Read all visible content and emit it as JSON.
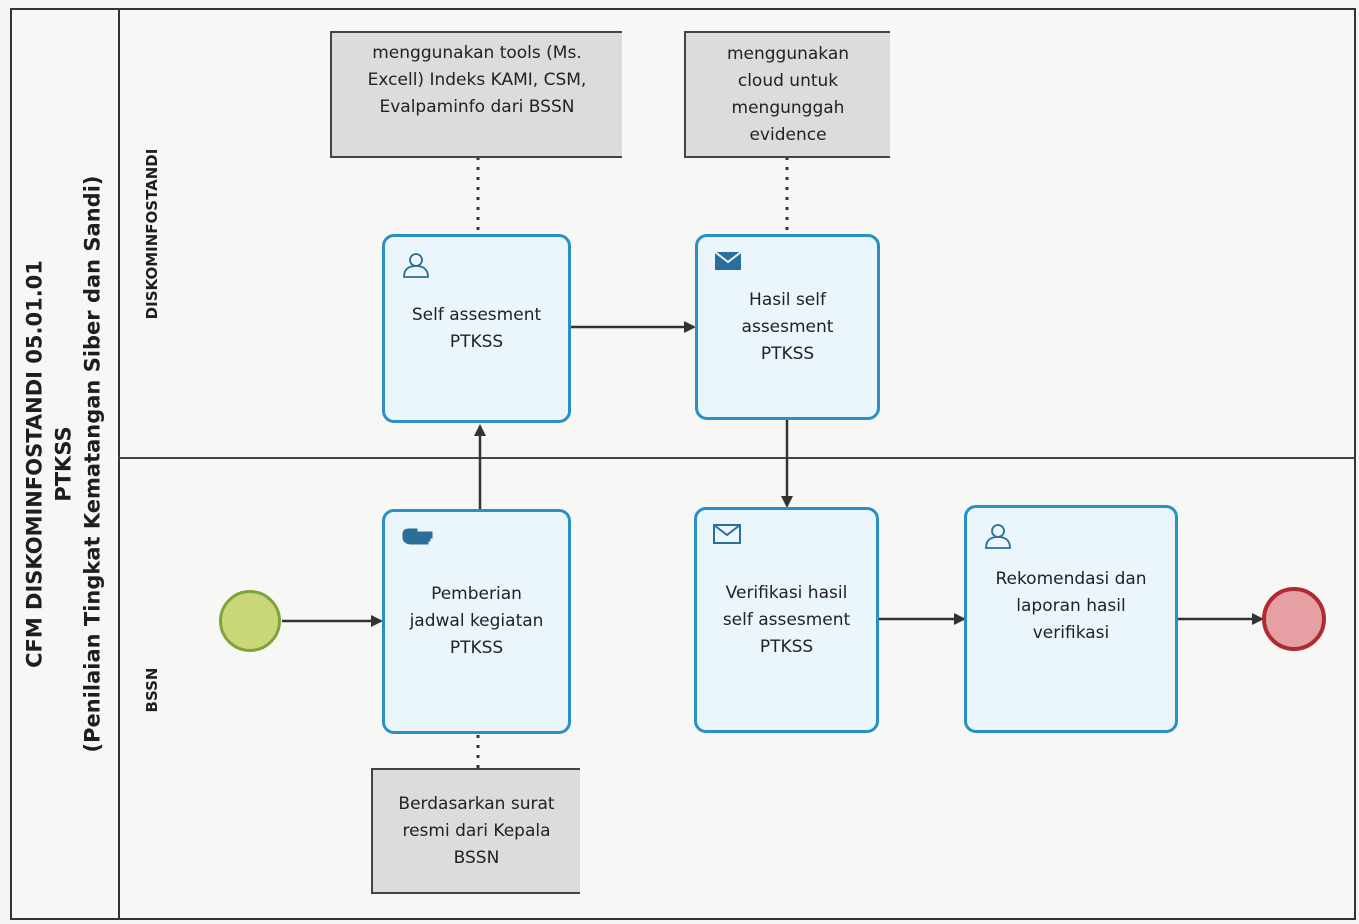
{
  "pool": {
    "title_line1": "CFM DISKOMINFOSTANDI 05.01.01",
    "title_line2": "PTKSS",
    "title_line3": "(Penilaian Tingkat Kematangan Siber dan Sandi)"
  },
  "lanes": {
    "top": "DISKOMINFOSTANDI",
    "bottom": "BSSN"
  },
  "tasks": {
    "self_assessment": {
      "line1": "Self assesment",
      "line2": "PTKSS",
      "icon": "user-task-icon"
    },
    "hasil_self": {
      "line1": "Hasil self",
      "line2": "assesment",
      "line3": "PTKSS",
      "icon": "send-message-icon"
    },
    "pemberian_jadwal": {
      "line1": "Pemberian",
      "line2": "jadwal kegiatan",
      "line3": "PTKSS",
      "icon": "manual-task-icon"
    },
    "verifikasi": {
      "line1": "Verifikasi hasil",
      "line2": "self assesment",
      "line3": "PTKSS",
      "icon": "receive-message-icon"
    },
    "rekomendasi": {
      "line1": "Rekomendasi dan",
      "line2": "laporan hasil",
      "line3": "verifikasi",
      "icon": "user-task-icon"
    }
  },
  "annotations": {
    "tools": {
      "line1": "menggunakan tools (Ms.",
      "line2": "Excell) Indeks KAMI, CSM,",
      "line3": "Evalpaminfo dari BSSN"
    },
    "cloud": {
      "line1": "menggunakan",
      "line2": "cloud untuk",
      "line3": "mengunggah",
      "line4": "evidence"
    },
    "surat": {
      "line1": "Berdasarkan surat",
      "line2": "resmi dari Kepala",
      "line3": "BSSN"
    }
  },
  "colors": {
    "task_border": "#2a8fc4",
    "task_fill": "#eaf6fb",
    "start_fill": "#c9d77a",
    "start_border": "#7fa33a",
    "end_fill": "#e6a0a4",
    "end_border": "#b02a33",
    "annotation_fill": "#dcdcdc"
  }
}
